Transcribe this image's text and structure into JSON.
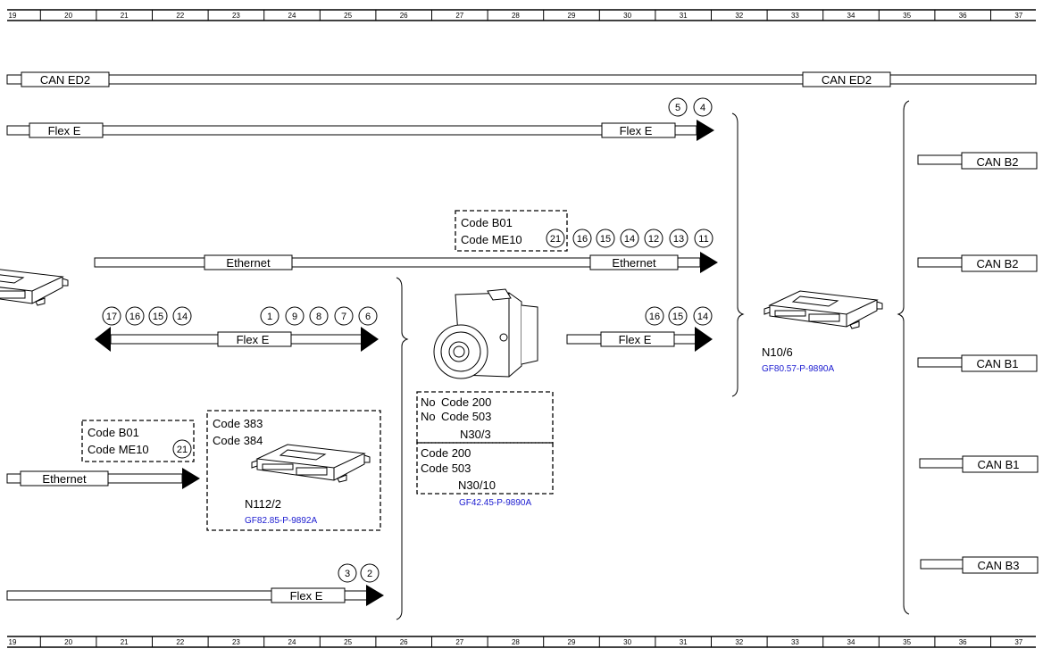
{
  "ruler": [
    "19",
    "20",
    "21",
    "22",
    "23",
    "24",
    "25",
    "26",
    "27",
    "28",
    "29",
    "30",
    "31",
    "32",
    "33",
    "34",
    "35",
    "36",
    "37"
  ],
  "labels": {
    "can_ed2": "CAN ED2",
    "flex_e": "Flex E",
    "ethernet": "Ethernet",
    "can_b2": "CAN B2",
    "can_b1": "CAN B1",
    "can_b3": "CAN B3"
  },
  "pins": {
    "flex_top": [
      "5",
      "4"
    ],
    "eth_top": [
      "21",
      "16",
      "15",
      "14",
      "12",
      "13",
      "11"
    ],
    "flex_mid_left": [
      "17",
      "16",
      "15",
      "14"
    ],
    "flex_mid_right": [
      "1",
      "9",
      "8",
      "7",
      "6"
    ],
    "flex_mid2": [
      "16",
      "15",
      "14"
    ],
    "code_box_lower": [
      "21"
    ],
    "flex_bottom": [
      "3",
      "2"
    ]
  },
  "codes": {
    "upper": [
      "Code B01",
      "Code ME10"
    ],
    "lower": [
      "Code B01",
      "Code ME10"
    ],
    "n112": [
      "Code 383",
      "Code 384"
    ],
    "n30_3": [
      "No",
      "Code 200",
      "No",
      "Code 503"
    ],
    "n30_10": [
      "Code 200",
      "Code 503"
    ]
  },
  "components": {
    "n112_2": "N112/2",
    "n112_2_ref": "GF82.85-P-9892A",
    "n30_3": "N30/3",
    "n30_10": "N30/10",
    "n30_ref": "GF42.45-P-9890A",
    "n10_6": "N10/6",
    "n10_6_ref": "GF80.57-P-9890A"
  }
}
